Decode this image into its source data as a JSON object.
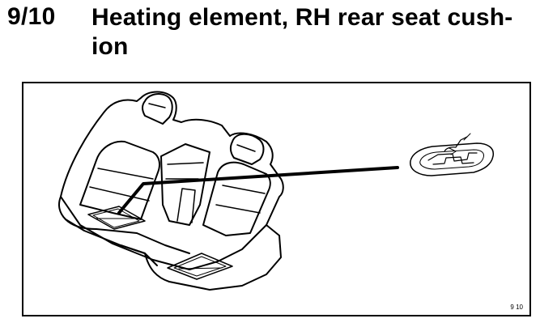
{
  "section": {
    "number": "9/10",
    "title": "Heating element, RH rear seat cush-ion"
  },
  "figure": {
    "code": "9 10"
  }
}
